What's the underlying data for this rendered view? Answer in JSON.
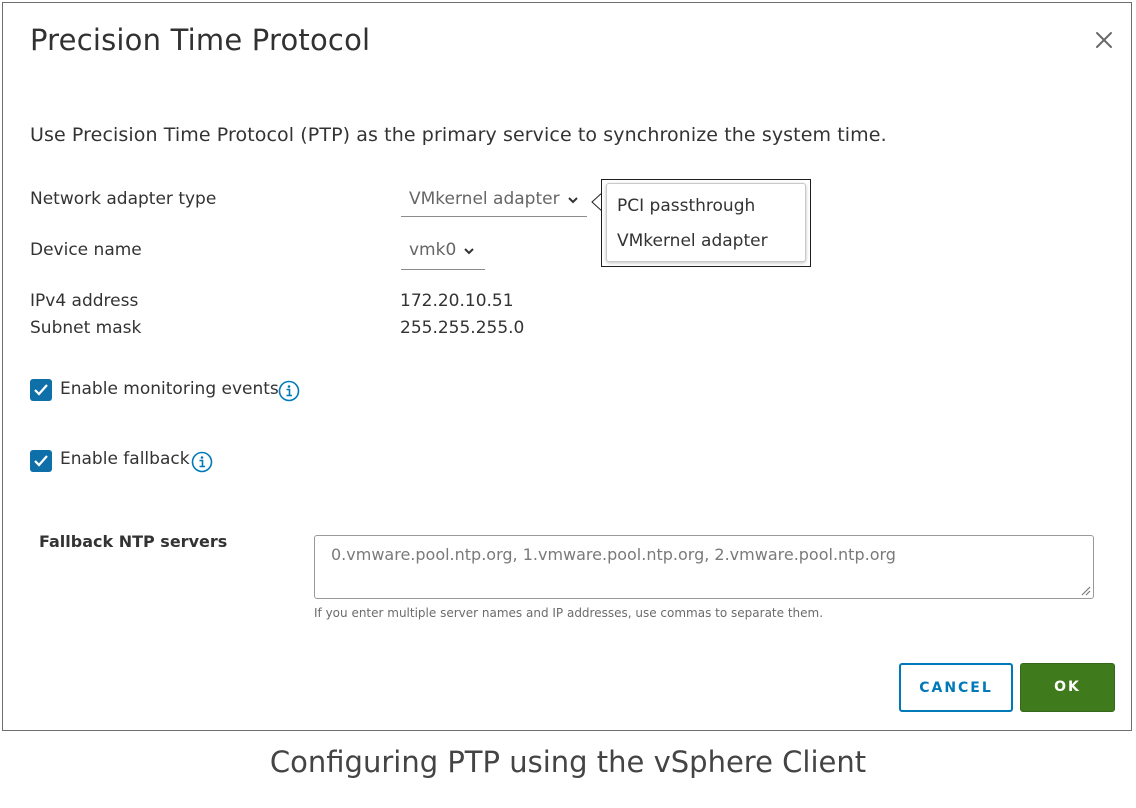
{
  "dialog": {
    "title": "Precision Time Protocol",
    "description": "Use Precision Time Protocol (PTP) as the primary service to synchronize the system time."
  },
  "network_adapter": {
    "label": "Network adapter type",
    "selected": "VMkernel adapter",
    "options": [
      "PCI passthrough",
      "VMkernel adapter"
    ]
  },
  "device": {
    "label": "Device name",
    "selected": "vmk0"
  },
  "ipv4": {
    "label": "IPv4 address",
    "value": "172.20.10.51"
  },
  "subnet": {
    "label": "Subnet mask",
    "value": "255.255.255.0"
  },
  "monitoring": {
    "label": "Enable monitoring events",
    "checked": true
  },
  "fallback": {
    "label": "Enable fallback",
    "checked": true
  },
  "ntp": {
    "label": "Fallback NTP servers",
    "value": "0.vmware.pool.ntp.org, 1.vmware.pool.ntp.org, 2.vmware.pool.ntp.org",
    "hint": "If you enter multiple server names and IP addresses, use commas to separate them."
  },
  "buttons": {
    "cancel": "CANCEL",
    "ok": "OK"
  },
  "caption": "Configuring PTP using the vSphere Client",
  "colors": {
    "accent_blue": "#0079b8",
    "checkbox_blue": "#0f6fa8",
    "ok_green": "#3f7b1c"
  },
  "icons": {
    "close": "close-icon",
    "chevron": "chevron-down-icon",
    "info": "info-icon",
    "check": "checkmark-icon",
    "resize": "resize-grip-icon"
  }
}
